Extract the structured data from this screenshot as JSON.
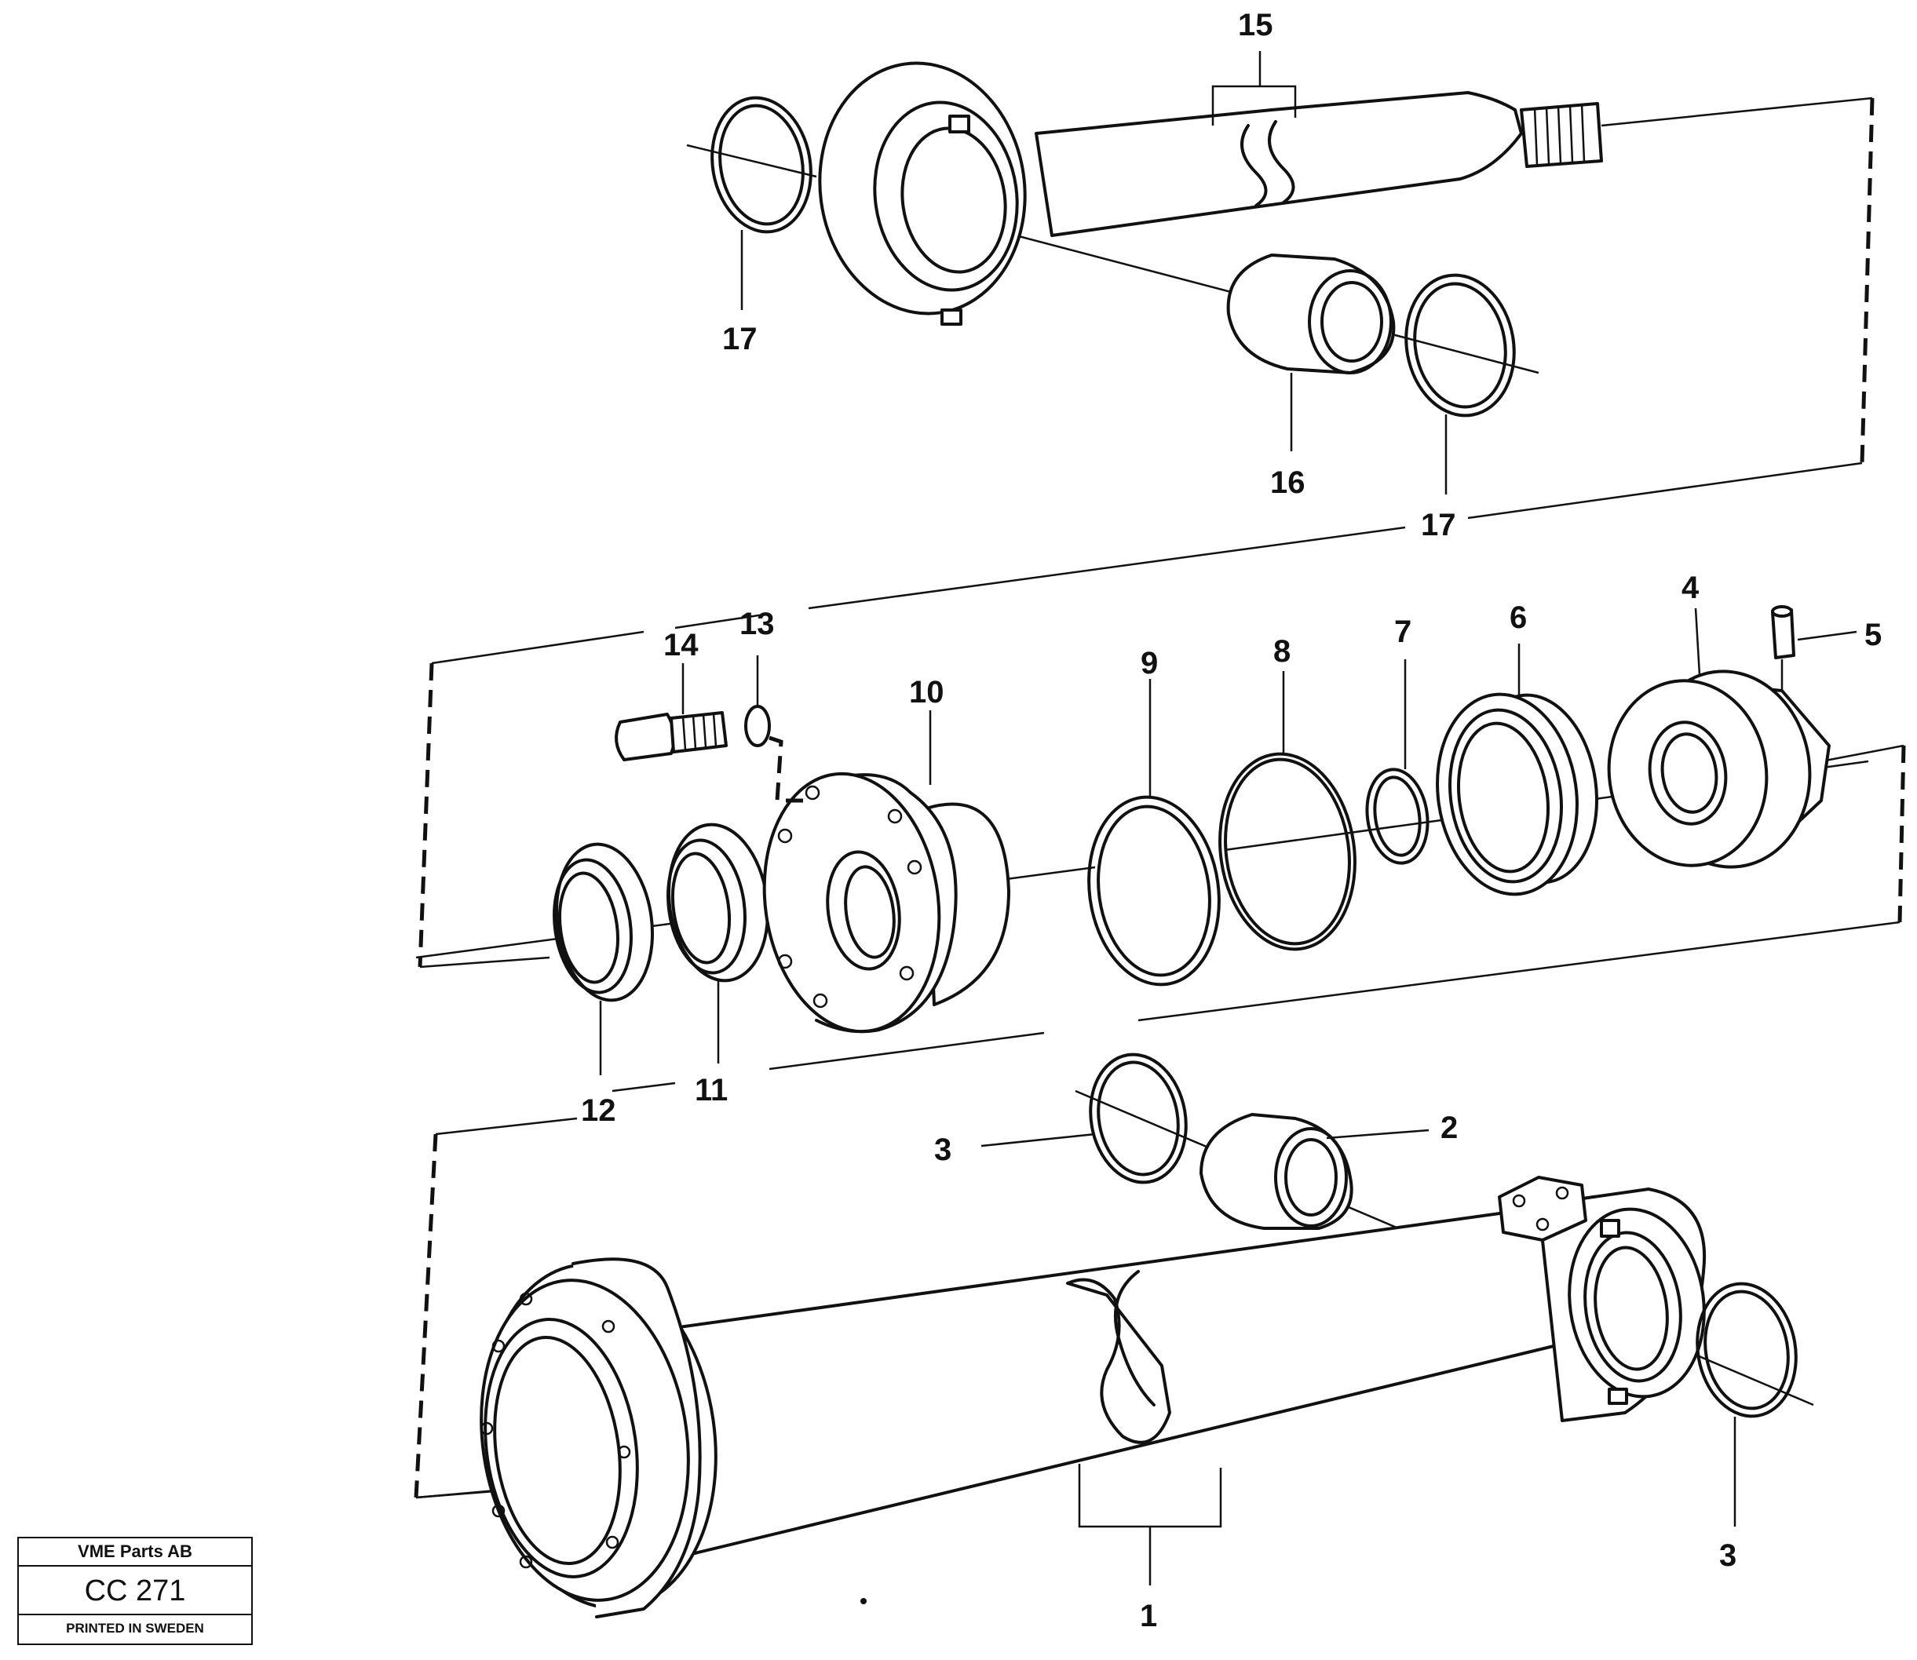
{
  "callouts": {
    "c1": "1",
    "c2": "2",
    "c3a": "3",
    "c3b": "3",
    "c4": "4",
    "c5": "5",
    "c6": "6",
    "c7": "7",
    "c8": "8",
    "c9": "9",
    "c10": "10",
    "c11": "11",
    "c12": "12",
    "c13": "13",
    "c14": "14",
    "c15": "15",
    "c16": "16",
    "c17a": "17",
    "c17b": "17",
    "c17c": "17"
  },
  "stamp": {
    "company": "VME Parts AB",
    "code": "CC 271",
    "printed": "PRINTED IN SWEDEN"
  }
}
